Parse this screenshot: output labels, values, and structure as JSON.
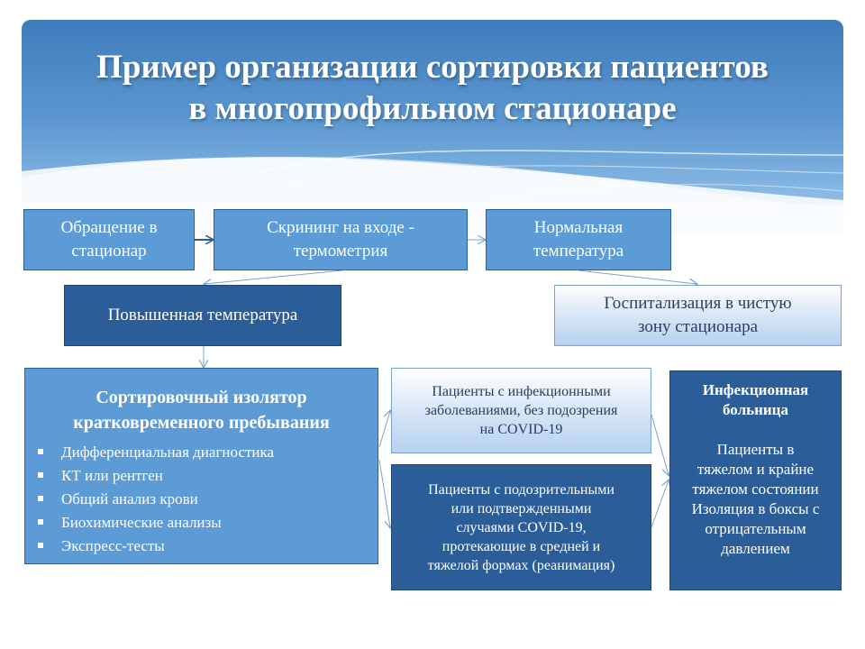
{
  "title": {
    "line1": "Пример организации сортировки пациентов",
    "line2": "в многопрофильном стационаре"
  },
  "boxes": {
    "appeal": {
      "line1": "Обращение в",
      "line2": "стационар"
    },
    "screening": {
      "line1": "Скрининг на входе -",
      "line2": "термометрия"
    },
    "normal_temp": {
      "line1": "Нормальная",
      "line2": "температура"
    },
    "fever": {
      "text": "Повышенная температура"
    },
    "hospitalization": {
      "line1": "Госпитализация в чистую",
      "line2": "зону стационара"
    },
    "isolator": {
      "title_line1": "Сортировочный изолятор",
      "title_line2": "кратковременного  пребывания",
      "items": [
        "Дифференциальная  диагностика",
        "КТ или рентген",
        "Общий анализ  крови",
        "Биохимические  анализы",
        "Экспресс-тесты"
      ]
    },
    "no_covid": {
      "line1": "Пациенты с инфекционными",
      "line2": "заболеваниями, без подозрения",
      "line3": "на COVID-19"
    },
    "covid": {
      "line1": "Пациенты с подозрительными",
      "line2": "или подтвержденными",
      "line3": "случаями COVID-19,",
      "line4": "протекающие в средней и",
      "line5": "тяжелой формах (реанимация)"
    },
    "infectious_hospital": {
      "title_line1": "Инфекционная",
      "title_line2": "больница",
      "line1": "Пациенты в",
      "line2": "тяжелом и крайне",
      "line3": "тяжелом состоянии",
      "line4": "Изоляция в боксы с",
      "line5": "отрицательным",
      "line6": "давлением"
    }
  },
  "colors": {
    "header_blue": "#3f7cbc",
    "box_light_blue": "#5c9bd6",
    "box_dark_blue": "#2b5d98",
    "box_pale": "#dbe8f7",
    "arrow": "#7aa3cf"
  }
}
